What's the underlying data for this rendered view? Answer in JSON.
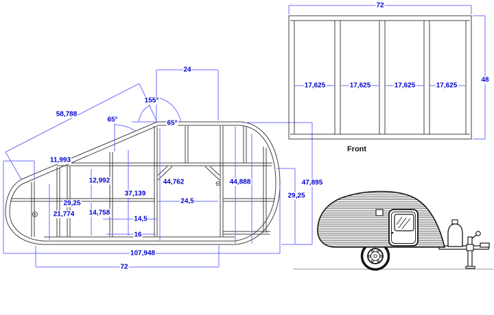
{
  "colors": {
    "dim_line": "#6b6bff",
    "dim_text": "#0000cc",
    "frame_line": "#3f3f3f",
    "trailer_line": "#111111",
    "ground_line": "#aaaaaa",
    "background": "#ffffff"
  },
  "side_view": {
    "dims": {
      "top_width": "24",
      "apex_angle": "155°",
      "front_angle_left": "65°",
      "front_angle_right": "65°",
      "slope_length": "58,788",
      "nose_inset": "11,993",
      "front_rail_height": "29,25",
      "hole_height": "21,774",
      "bay_upper_height": "12,992",
      "bay_lower_height": "14,758",
      "mid_stud_height": "37,139",
      "stud_gap_inner": "14,5",
      "stud_spacing": "16",
      "door_width": "24,5",
      "door_left_height": "44,762",
      "door_right_height": "44,888",
      "overall_height": "47,895",
      "rear_rail_height": "29,25",
      "overall_length": "107,948",
      "floor_length": "72"
    }
  },
  "front_view": {
    "caption": "Front",
    "dims": {
      "width": "72",
      "height": "48",
      "bays": [
        "17,625",
        "17,625",
        "17,625",
        "17,625"
      ]
    }
  }
}
